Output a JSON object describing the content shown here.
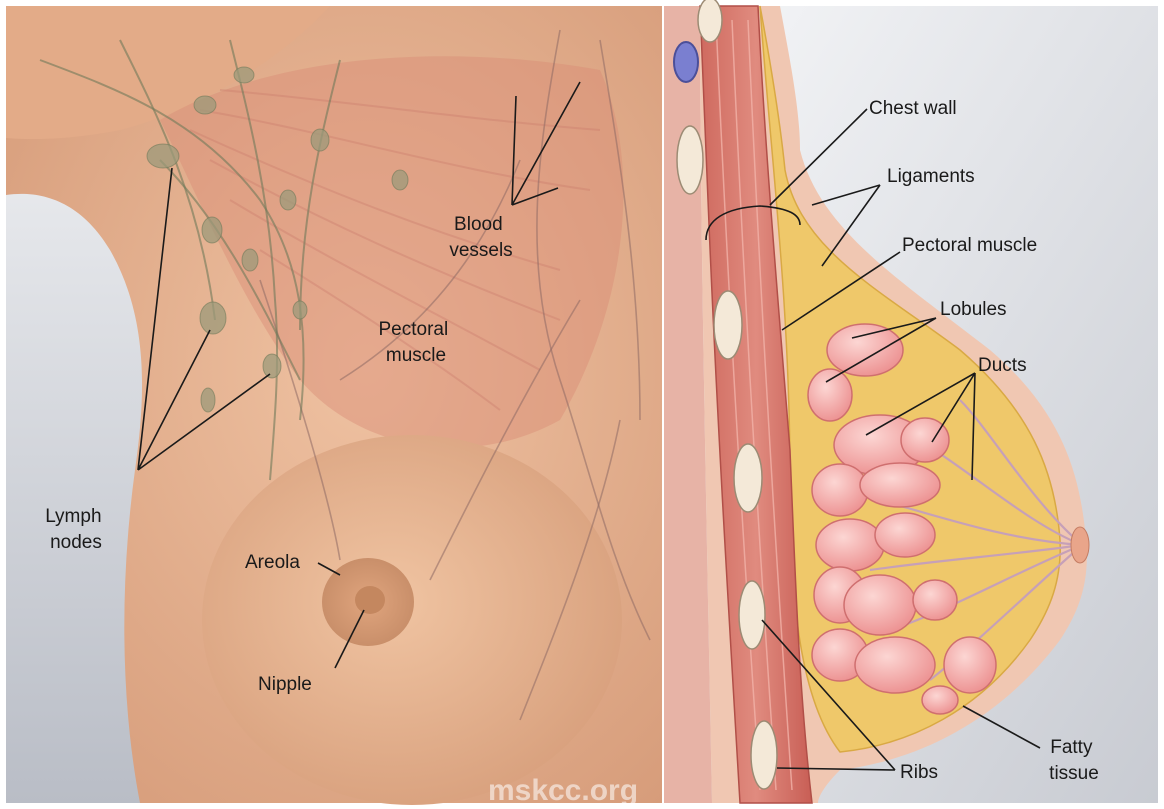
{
  "front_view": {
    "labels": {
      "blood_vessels": [
        "Blood",
        "vessels"
      ],
      "pectoral_muscle": [
        "Pectoral",
        "muscle"
      ],
      "lymph_nodes": [
        "Lymph",
        "nodes"
      ],
      "areola": "Areola",
      "nipple": "Nipple"
    },
    "watermark": "mskcc.org"
  },
  "side_view": {
    "labels": {
      "chest_wall": "Chest wall",
      "ligaments": "Ligaments",
      "pectoral_muscle": "Pectoral muscle",
      "lobules": "Lobules",
      "ducts": "Ducts",
      "ribs": "Ribs",
      "fatty_tissue": [
        "Fatty",
        "tissue"
      ]
    }
  },
  "colors": {
    "skin": "#e9b996",
    "skin_dark": "#d99978",
    "muscle": "#d8736a",
    "fat": "#efc86a",
    "lobule": "#f3a6a6",
    "background_left": "#c9ccd4",
    "background_right": "#dfe1e6"
  }
}
